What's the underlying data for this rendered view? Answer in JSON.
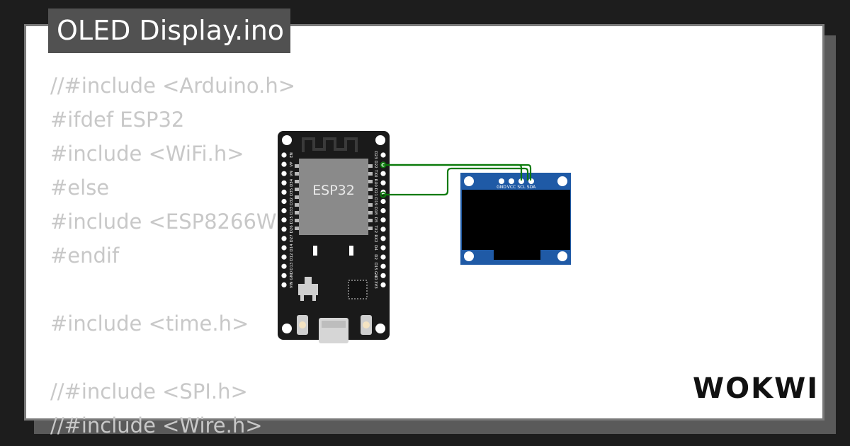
{
  "file": {
    "name": "OLED Display.ino"
  },
  "code_lines": [
    "//#include <Arduino.h>",
    "#ifdef ESP32",
    "#include <WiFi.h>",
    "#else",
    "#include <ESP8266Wi",
    "#endif",
    "",
    "#include <time.h>",
    "",
    "//#include <SPI.h>",
    "//#include <Wire.h>"
  ],
  "esp32": {
    "chip_label": "ESP32",
    "left_pins": [
      "EN",
      "VP",
      "VN",
      "D34",
      "D35",
      "D32",
      "D33",
      "D25",
      "D26",
      "D27",
      "D14",
      "D12",
      "D13",
      "GND",
      "VIN"
    ],
    "right_pins": [
      "D23",
      "D22",
      "TX0",
      "RX0",
      "D21",
      "D19",
      "D18",
      "D5",
      "TX2",
      "RX2",
      "D4",
      "D2",
      "D15",
      "GND",
      "3V3"
    ]
  },
  "oled": {
    "pins": [
      "GND",
      "VCC",
      "SCL",
      "SDA"
    ]
  },
  "brand": {
    "logo_text": "WOKWI"
  },
  "colors": {
    "wire": "#0a7a0a",
    "oled_board": "#1f5aa6",
    "esp_board": "#1a1a1a"
  }
}
